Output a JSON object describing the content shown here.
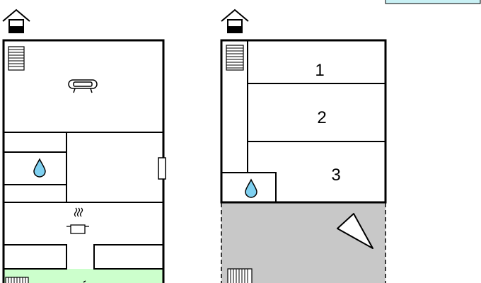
{
  "floors": [
    {
      "id": "ground-floor",
      "icons": [
        "house-entrance-icon",
        "staircase-icon",
        "sofa-icon",
        "water-drop-icon",
        "cooking-pot-icon",
        "staircase-icon"
      ],
      "rooms": [
        "living-room",
        "bathroom",
        "room",
        "kitchen",
        "terrace"
      ]
    },
    {
      "id": "upper-floor",
      "icons": [
        "house-entrance-icon",
        "staircase-icon",
        "water-drop-icon",
        "compass-icon",
        "staircase-icon"
      ],
      "rooms": [
        {
          "id": "bedroom-1",
          "label": "1"
        },
        {
          "id": "bedroom-2",
          "label": "2"
        },
        {
          "id": "bedroom-3",
          "label": "3"
        },
        {
          "id": "bathroom",
          "label": ""
        },
        {
          "id": "garden",
          "label": ""
        }
      ]
    }
  ],
  "colors": {
    "wall": "#000000",
    "terrace": "#ccffcc",
    "garden": "#c8c8c8",
    "water_drop": "#7fd0f0",
    "legend_box": "#c8f0f4"
  }
}
